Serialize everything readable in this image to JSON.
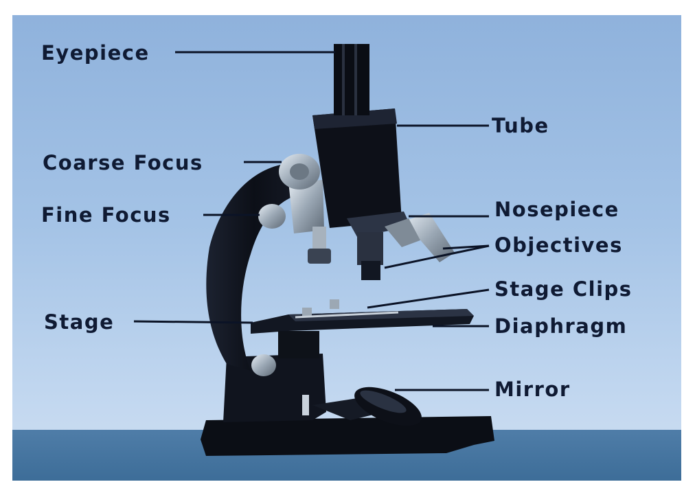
{
  "diagram": {
    "labels": {
      "eyepiece": "Eyepiece",
      "coarse_focus": "Coarse Focus",
      "fine_focus": "Fine Focus",
      "stage": "Stage",
      "tube": "Tube",
      "nosepiece": "Nosepiece",
      "objectives": "Objectives",
      "stage_clips": "Stage Clips",
      "diaphragm": "Diaphragm",
      "mirror": "Mirror"
    },
    "colors": {
      "label_text": "#0f1a33",
      "leader_line": "#0b1326",
      "backdrop": "#a4c3e6",
      "microscope_body": "#0c0f17",
      "chrome": "#b9c4cf"
    }
  }
}
